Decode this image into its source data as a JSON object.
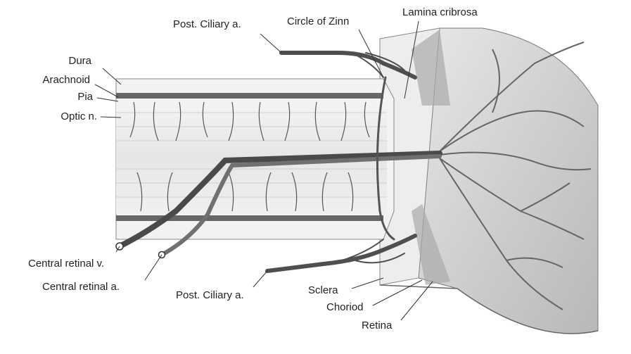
{
  "labels": {
    "dura": "Dura",
    "arachnoid": "Arachnoid",
    "pia": "Pia",
    "optic_nerve": "Optic n.",
    "post_ciliary_top": "Post. Ciliary a.",
    "circle_of_zinn": "Circle of Zinn",
    "lamina_cribrosa": "Lamina cribrosa",
    "central_retinal_vein": "Central retinal v.",
    "central_retinal_artery": "Central retinal a.",
    "post_ciliary_bottom": "Post. Ciliary a.",
    "sclera": "Sclera",
    "choroid": "Choriod",
    "retina": "Retina"
  },
  "colors": {
    "vessel": "#555555",
    "vessel_dark": "#3a3a3a",
    "sheath": "#d8d8d8",
    "nerve_fill": "#ececec",
    "globe_fill": "#c9c9c9",
    "leader": "#333333"
  }
}
